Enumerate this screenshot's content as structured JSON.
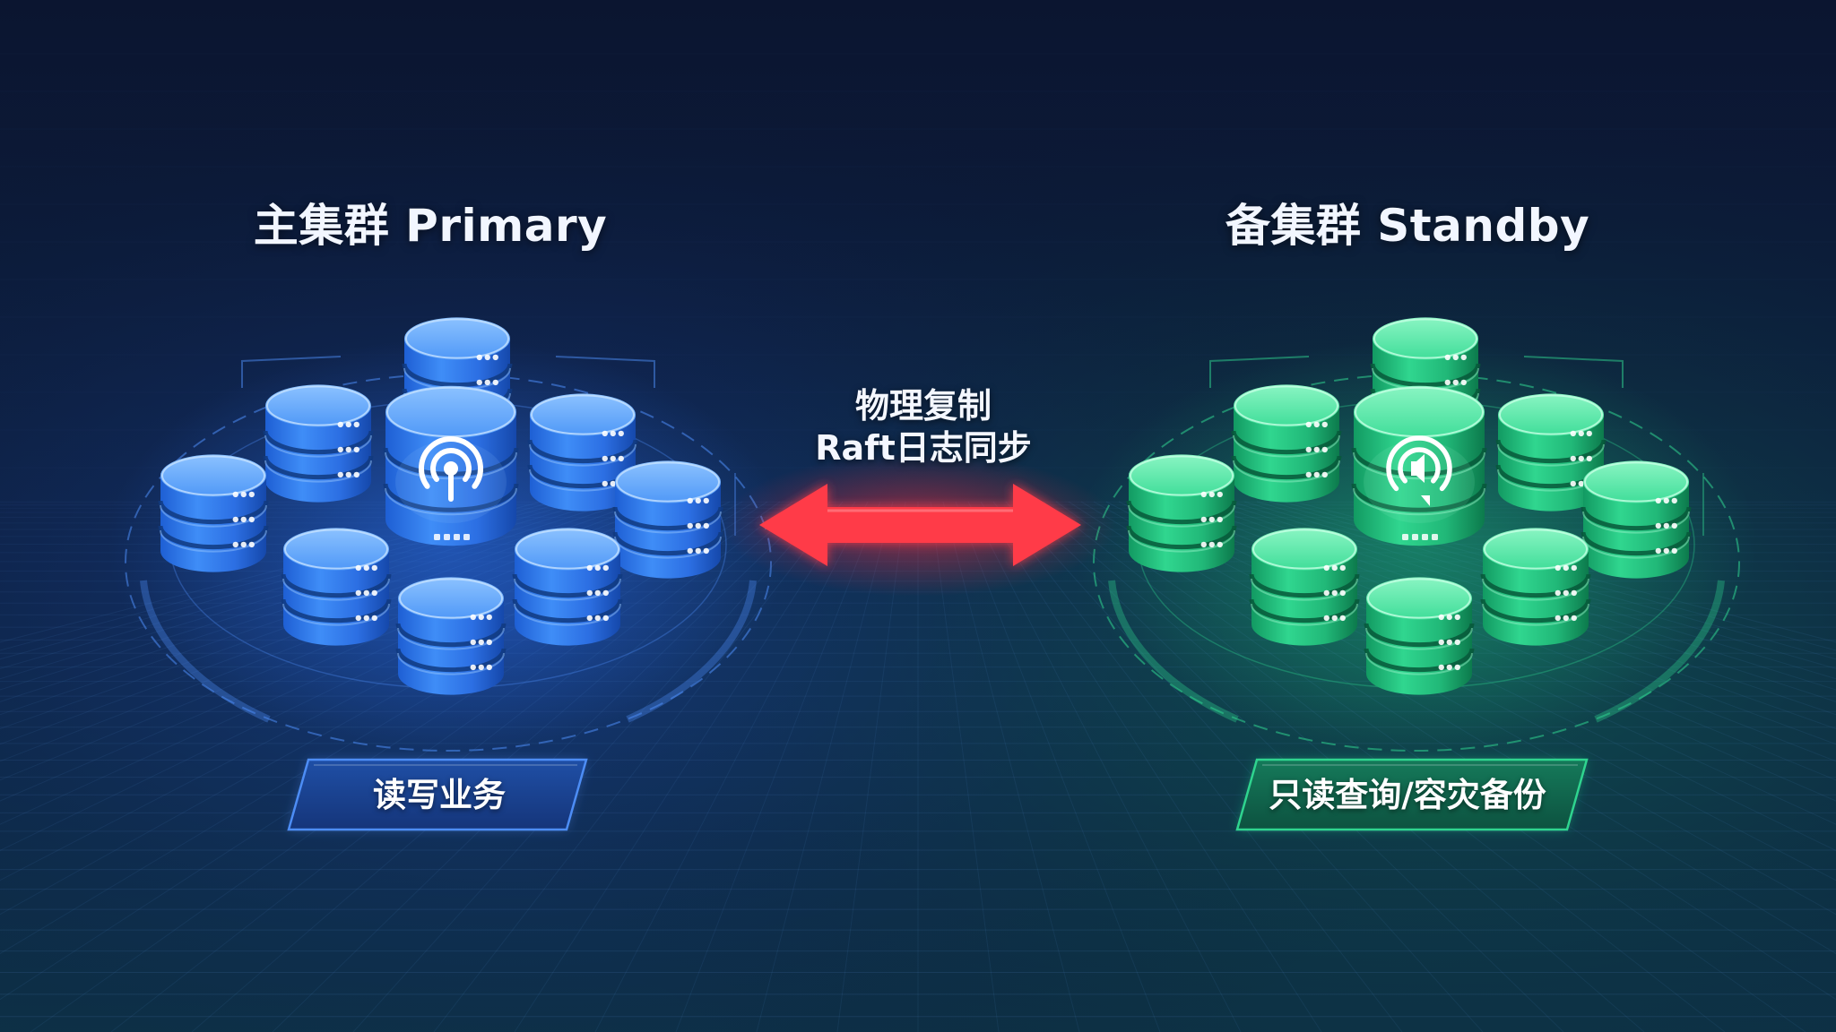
{
  "primary": {
    "title": "主集群 Primary",
    "role": "读写业务",
    "color": "#3b8cf5"
  },
  "standby": {
    "title": "备集群 Standby",
    "role": "只读查询/容灾备份",
    "color": "#2fd48f"
  },
  "replication": {
    "line1": "物理复制",
    "line2": "Raft日志同步",
    "arrow_color": "#ff3b48"
  },
  "icons": {
    "primary_core": "broadcast-signal-icon",
    "standby_core": "audio-broadcast-icon",
    "replication": "double-headed-arrow-icon"
  }
}
